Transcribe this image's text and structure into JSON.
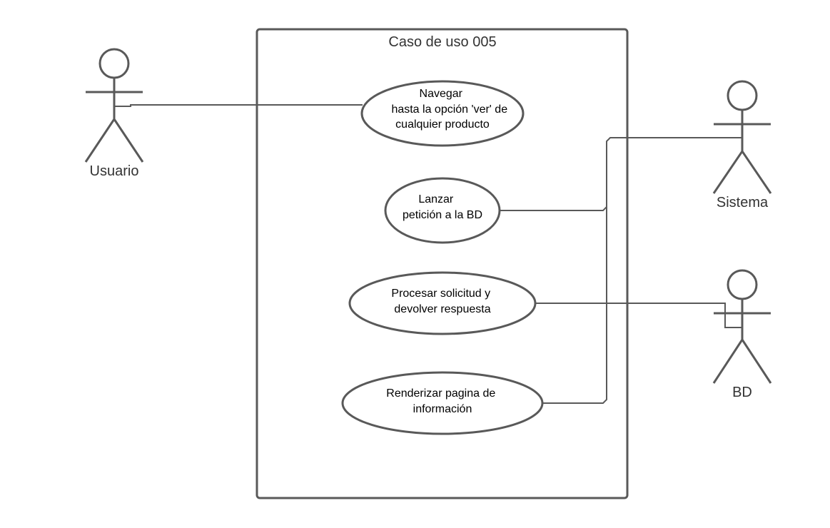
{
  "diagram": {
    "system_title": "Caso de uso 005",
    "actors": [
      {
        "id": "usuario",
        "label": "Usuario"
      },
      {
        "id": "sistema",
        "label": "Sistema"
      },
      {
        "id": "bd",
        "label": "BD"
      }
    ],
    "use_cases": [
      {
        "id": "uc1",
        "lines": [
          "Navegar",
          "hasta la opción 'ver' de",
          "cualquier producto"
        ]
      },
      {
        "id": "uc2",
        "lines": [
          "Lanzar",
          "petición a la BD"
        ]
      },
      {
        "id": "uc3",
        "lines": [
          "Procesar solicitud y",
          "devolver respuesta"
        ]
      },
      {
        "id": "uc4",
        "lines": [
          "Renderizar pagina de",
          "información"
        ]
      }
    ],
    "associations": [
      {
        "from": "usuario",
        "to": "uc1"
      },
      {
        "from": "sistema",
        "to": "uc2"
      },
      {
        "from": "sistema",
        "to": "uc4"
      },
      {
        "from": "bd",
        "to": "uc3"
      }
    ]
  }
}
